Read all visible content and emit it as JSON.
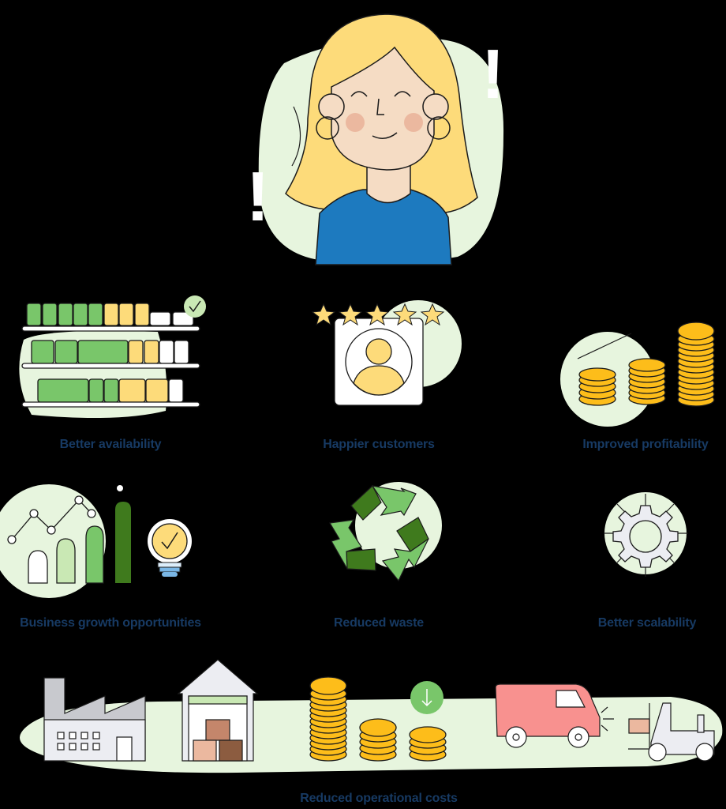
{
  "hero": {
    "description": "smiling woman with blonde hair and blue top",
    "exclamations": [
      "!",
      "!"
    ]
  },
  "benefits": [
    {
      "label": "Better availability",
      "icon": "stocked-shelves-icon"
    },
    {
      "label": "Happier customers",
      "icon": "five-star-customer-icon",
      "stars": 5
    },
    {
      "label": "Improved profitability",
      "icon": "growing-coin-stacks-icon"
    },
    {
      "label": "Business growth opportunities",
      "icon": "growth-chart-lightbulb-icon"
    },
    {
      "label": "Reduced waste",
      "icon": "recycle-icon"
    },
    {
      "label": "Better scalability",
      "icon": "gear-icon"
    }
  ],
  "operations": {
    "label": "Reduced operational costs",
    "icons": [
      "factory-icon",
      "warehouse-icon",
      "coin-stacks-decreasing-icon",
      "down-arrow-icon",
      "delivery-van-icon",
      "forklift-icon"
    ]
  },
  "colors": {
    "background": "#000000",
    "blob": "#e7f5de",
    "label_text": "#173a63",
    "green_light": "#c9e8b4",
    "green": "#79c66a",
    "green_dark": "#3f7a1d",
    "yellow": "#fddb7a",
    "coin": "#fdbd1a",
    "skin": "#f5dcc4",
    "hair": "#fddb7a",
    "shirt": "#1d7abf",
    "van": "#f8918f",
    "gray": "#e9eaf0"
  }
}
